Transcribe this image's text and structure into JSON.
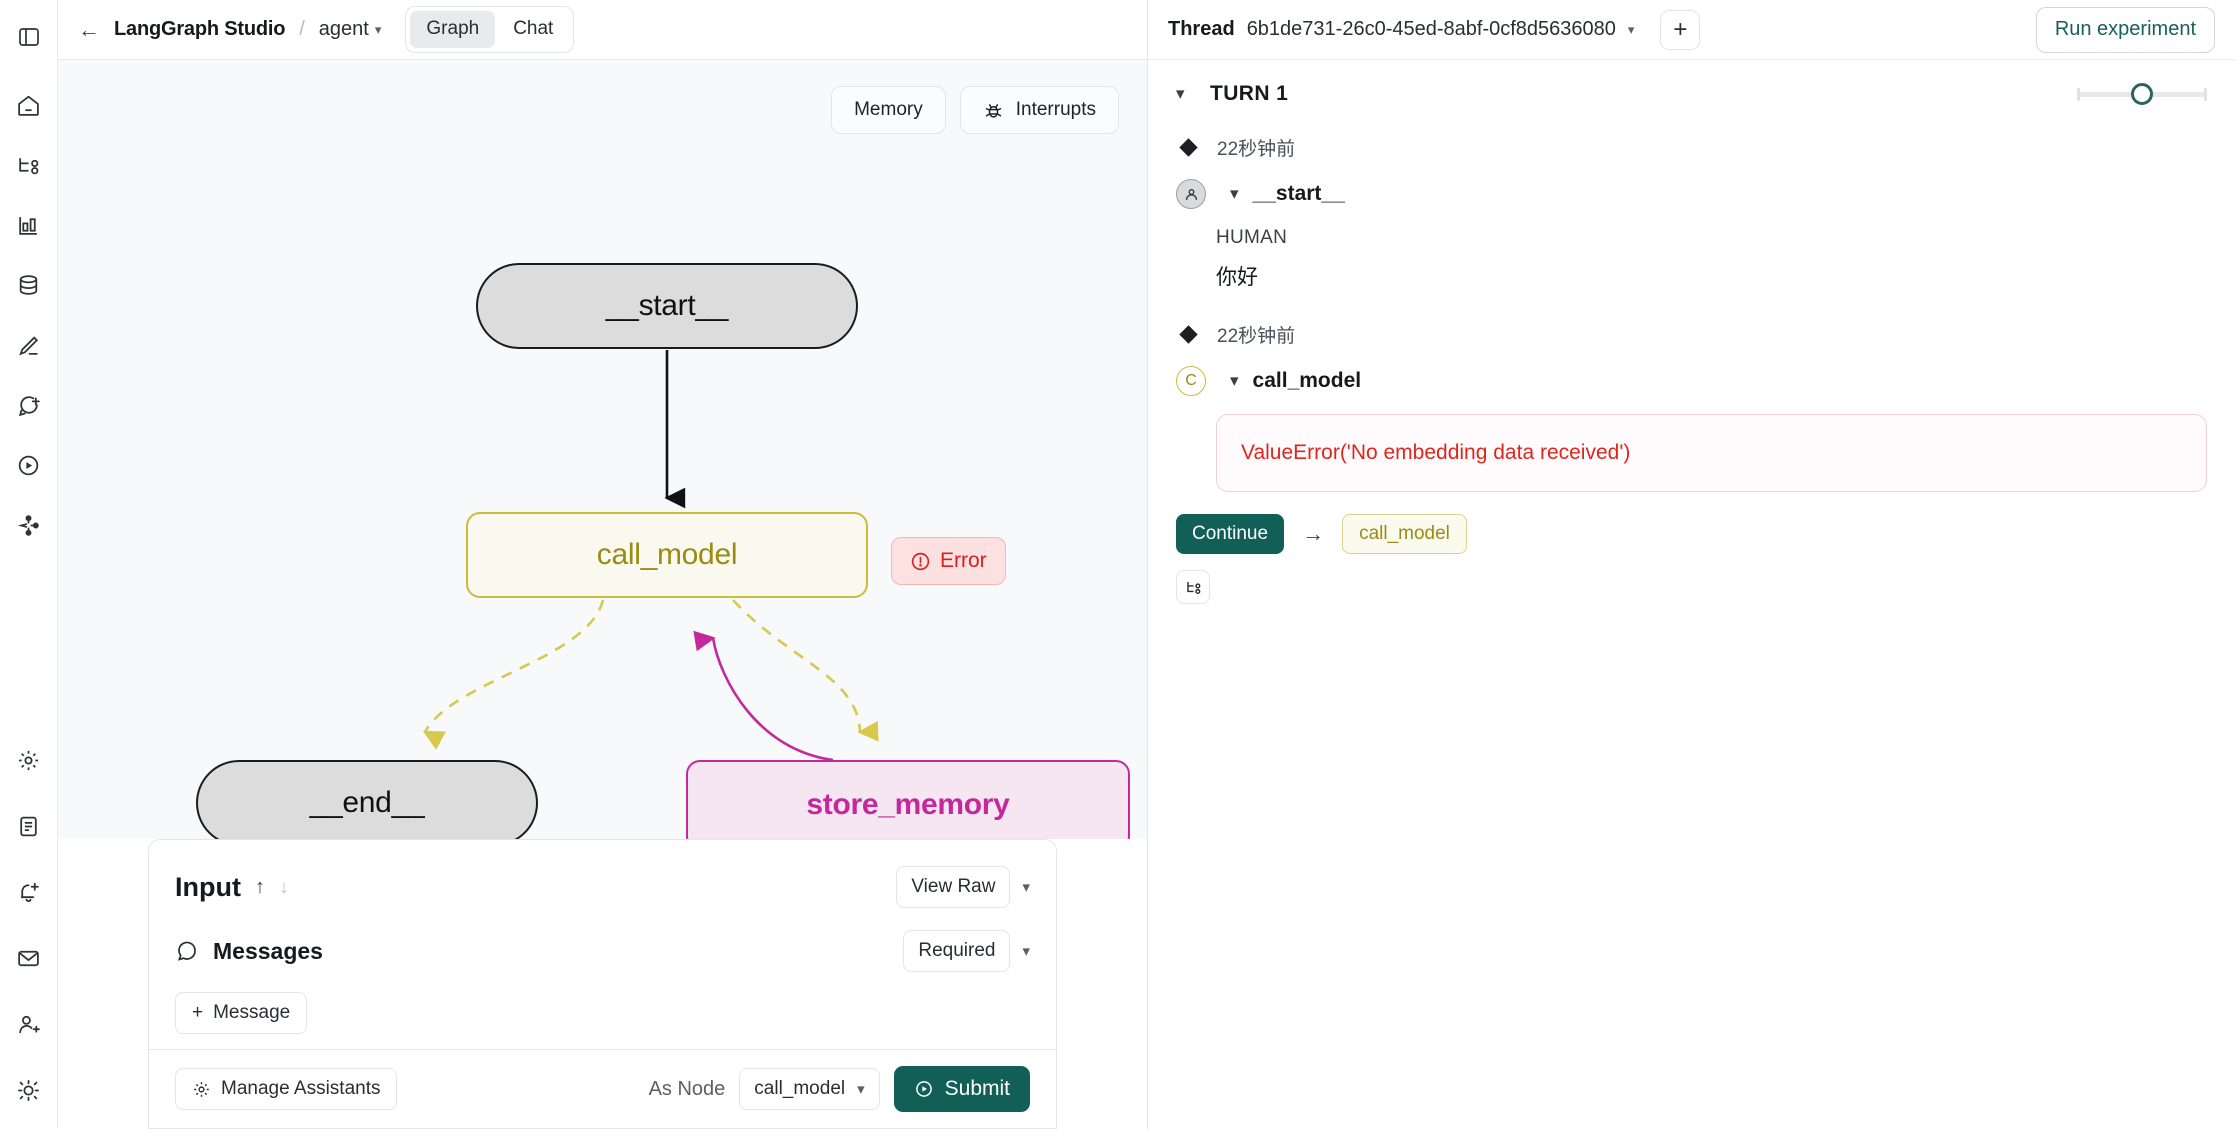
{
  "rail": {
    "toggle_icon": "panel-toggle-icon",
    "items": [
      {
        "icon": "home-icon",
        "name": "home"
      },
      {
        "icon": "graph-tree-icon",
        "name": "deployments"
      },
      {
        "icon": "bar-chart-icon",
        "name": "analytics"
      },
      {
        "icon": "database-icon",
        "name": "datasets"
      },
      {
        "icon": "pencil-icon",
        "name": "prompts"
      },
      {
        "icon": "chat-plus-icon",
        "name": "annotations"
      },
      {
        "icon": "play-circle-icon",
        "name": "playground"
      },
      {
        "icon": "share-network-icon",
        "name": "traces"
      }
    ],
    "bottom_items": [
      {
        "icon": "gear-icon",
        "name": "settings"
      },
      {
        "icon": "document-icon",
        "name": "docs"
      },
      {
        "icon": "bell-plus-icon",
        "name": "alerts"
      },
      {
        "icon": "envelope-icon",
        "name": "inbox"
      },
      {
        "icon": "user-plus-icon",
        "name": "invite"
      },
      {
        "icon": "sun-icon",
        "name": "theme"
      }
    ]
  },
  "topbar": {
    "back_icon": "arrow-left-icon",
    "app_title": "LangGraph Studio",
    "separator": "/",
    "assistant": "agent",
    "assistant_chevron": "chevron-down-icon",
    "tabs": [
      {
        "label": "Graph",
        "active": true
      },
      {
        "label": "Chat",
        "active": false
      }
    ]
  },
  "graph": {
    "tools": [
      {
        "label": "Memory",
        "icon": null
      },
      {
        "label": "Interrupts",
        "icon": "bug-icon"
      }
    ],
    "nodes": [
      {
        "id": "start",
        "label": "__start__",
        "style": "terminal"
      },
      {
        "id": "call_model",
        "label": "call_model",
        "style": "yellow"
      },
      {
        "id": "end",
        "label": "__end__",
        "style": "terminal"
      },
      {
        "id": "store_memory",
        "label": "store_memory",
        "style": "magenta"
      }
    ],
    "error_badge": {
      "label": "Error",
      "icon": "alert-circle-icon"
    },
    "colors": {
      "terminal_fill": "#dcdcdc",
      "terminal_stroke": "#1b1b1b",
      "yellow_fill": "#f9f9f0",
      "yellow_stroke": "#cbbc3c",
      "yellow_text": "#9a8c12",
      "magenta_fill": "#f6e6f2",
      "magenta_stroke": "#c3299b",
      "error_fill": "#fde0e0",
      "error_text": "#d92020",
      "canvas_bg": "#f8f9fb"
    }
  },
  "input_panel": {
    "title": "Input",
    "up_icon": "arrow-up-icon",
    "down_icon": "arrow-down-icon",
    "view_raw_label": "View Raw",
    "view_raw_chevron": "chevron-down-icon",
    "messages_icon": "chat-bubble-icon",
    "messages_label": "Messages",
    "required_label": "Required",
    "required_chevron": "chevron-down-icon",
    "add_message_label": "Message",
    "add_message_icon": "plus-icon",
    "manage_assistants_label": "Manage Assistants",
    "manage_assistants_icon": "gear-icon",
    "as_node_label": "As Node",
    "as_node_value": "call_model",
    "as_node_chevron": "chevron-down-icon",
    "submit_label": "Submit",
    "submit_icon": "play-circle-icon",
    "submit_color": "#125f57"
  },
  "right_panel": {
    "thread_label": "Thread",
    "thread_id": "6b1de731-26c0-45ed-8abf-0cf8d5636080",
    "thread_chevron": "chevron-down-icon",
    "new_thread_icon": "plus-icon",
    "run_experiment_label": "Run experiment",
    "run_experiment_color": "#17615a",
    "turn": {
      "chevron": "chevron-down-icon",
      "title": "TURN 1",
      "slider_value": 50
    },
    "events": [
      {
        "timestamp": "22秒钟前",
        "avatar": "user-avatar-icon",
        "avatar_letter": "",
        "node": "__start__",
        "chevron": "chevron-down-icon",
        "kind": "HUMAN",
        "text": "你好"
      },
      {
        "timestamp": "22秒钟前",
        "avatar": "node-badge",
        "avatar_letter": "C",
        "node": "call_model",
        "chevron": "chevron-down-icon",
        "error": "ValueError('No embedding data received')"
      }
    ],
    "actions": {
      "continue_label": "Continue",
      "arrow": "→",
      "target_node": "call_model",
      "fork_icon": "fork-branch-icon"
    }
  }
}
